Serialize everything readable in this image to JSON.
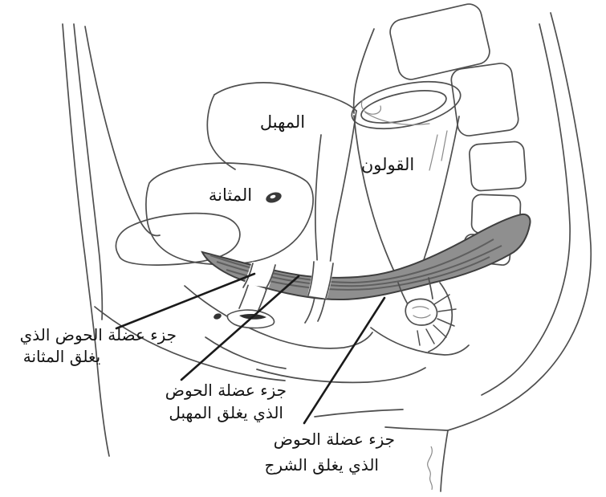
{
  "figure": {
    "type": "anatomical-diagram",
    "description_visible_language": "Arabic",
    "organ_labels": {
      "vagina": "المهبل",
      "colon": "القولون",
      "bladder": "المثانة"
    },
    "muscle_labels": {
      "bladder_part": {
        "line1": "جزء عضلة الحوض الذي",
        "line2": "يغلق المثانة"
      },
      "vagina_part": {
        "line1": "جزء عضلة الحوض",
        "line2": "الذي يغلق المهبل"
      },
      "anus_part": {
        "line1": "جزء عضلة الحوض",
        "line2": "الذي يغلق الشرج"
      }
    },
    "colors": {
      "background": "#ffffff",
      "line": "#4f4f4f",
      "muscle_fill": "#8f8f8f",
      "muscle_streak": "#5f5f5f",
      "leader_line": "#1a1a1a",
      "text": "#141414"
    }
  }
}
